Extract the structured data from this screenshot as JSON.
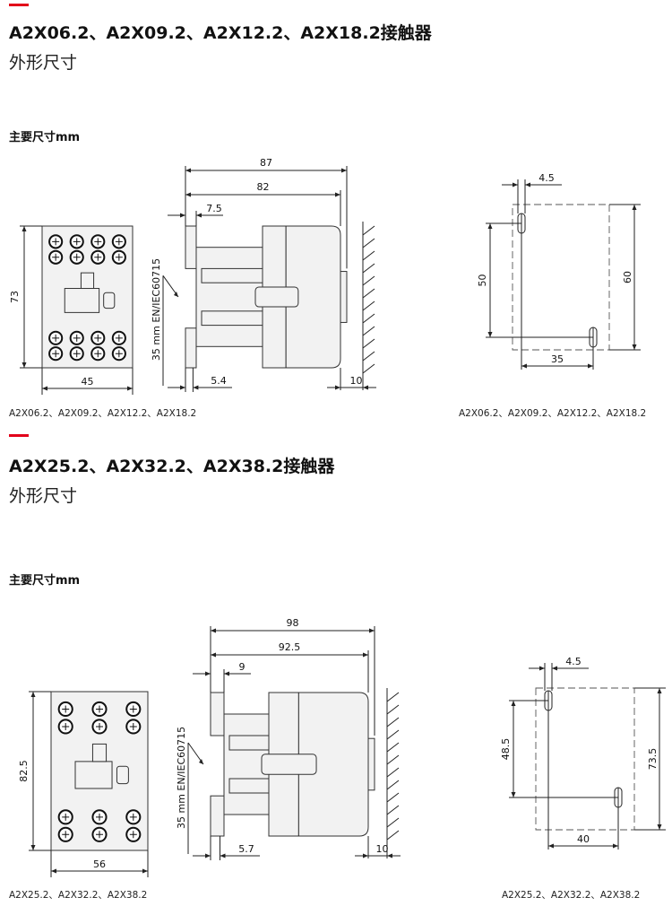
{
  "sections": [
    {
      "title": "A2X06.2、A2X09.2、A2X12.2、A2X18.2接触器",
      "subtitle": "外形尺寸",
      "dims_heading": "主要尺寸mm",
      "front": {
        "height": "73",
        "width": "45"
      },
      "side": {
        "overall": "87",
        "body": "82",
        "rail_offset": "7.5",
        "base_offset": "5.4",
        "wall_gap": "10",
        "rail_label": "35 mm EN/IEC60715"
      },
      "mounting": {
        "slot": "4.5",
        "hole_v_left": "50",
        "hole_v_right": "60",
        "hole_h": "35"
      },
      "caption_left": "A2X06.2、A2X09.2、A2X12.2、A2X18.2",
      "caption_right": "A2X06.2、A2X09.2、A2X12.2、A2X18.2"
    },
    {
      "title": "A2X25.2、A2X32.2、A2X38.2接触器",
      "subtitle": "外形尺寸",
      "dims_heading": "主要尺寸mm",
      "front": {
        "height": "82.5",
        "width": "56"
      },
      "side": {
        "overall": "98",
        "body": "92.5",
        "rail_offset": "9",
        "base_offset": "5.7",
        "wall_gap": "10",
        "rail_label": "35 mm EN/IEC60715"
      },
      "mounting": {
        "slot": "4.5",
        "hole_v_left": "48.5",
        "hole_v_right": "73.5",
        "hole_h": "40"
      },
      "caption_left": "A2X25.2、A2X32.2、A2X38.2",
      "caption_right": "A2X25.2、A2X32.2、A2X38.2"
    }
  ],
  "colors": {
    "accent": "#e2001a"
  }
}
